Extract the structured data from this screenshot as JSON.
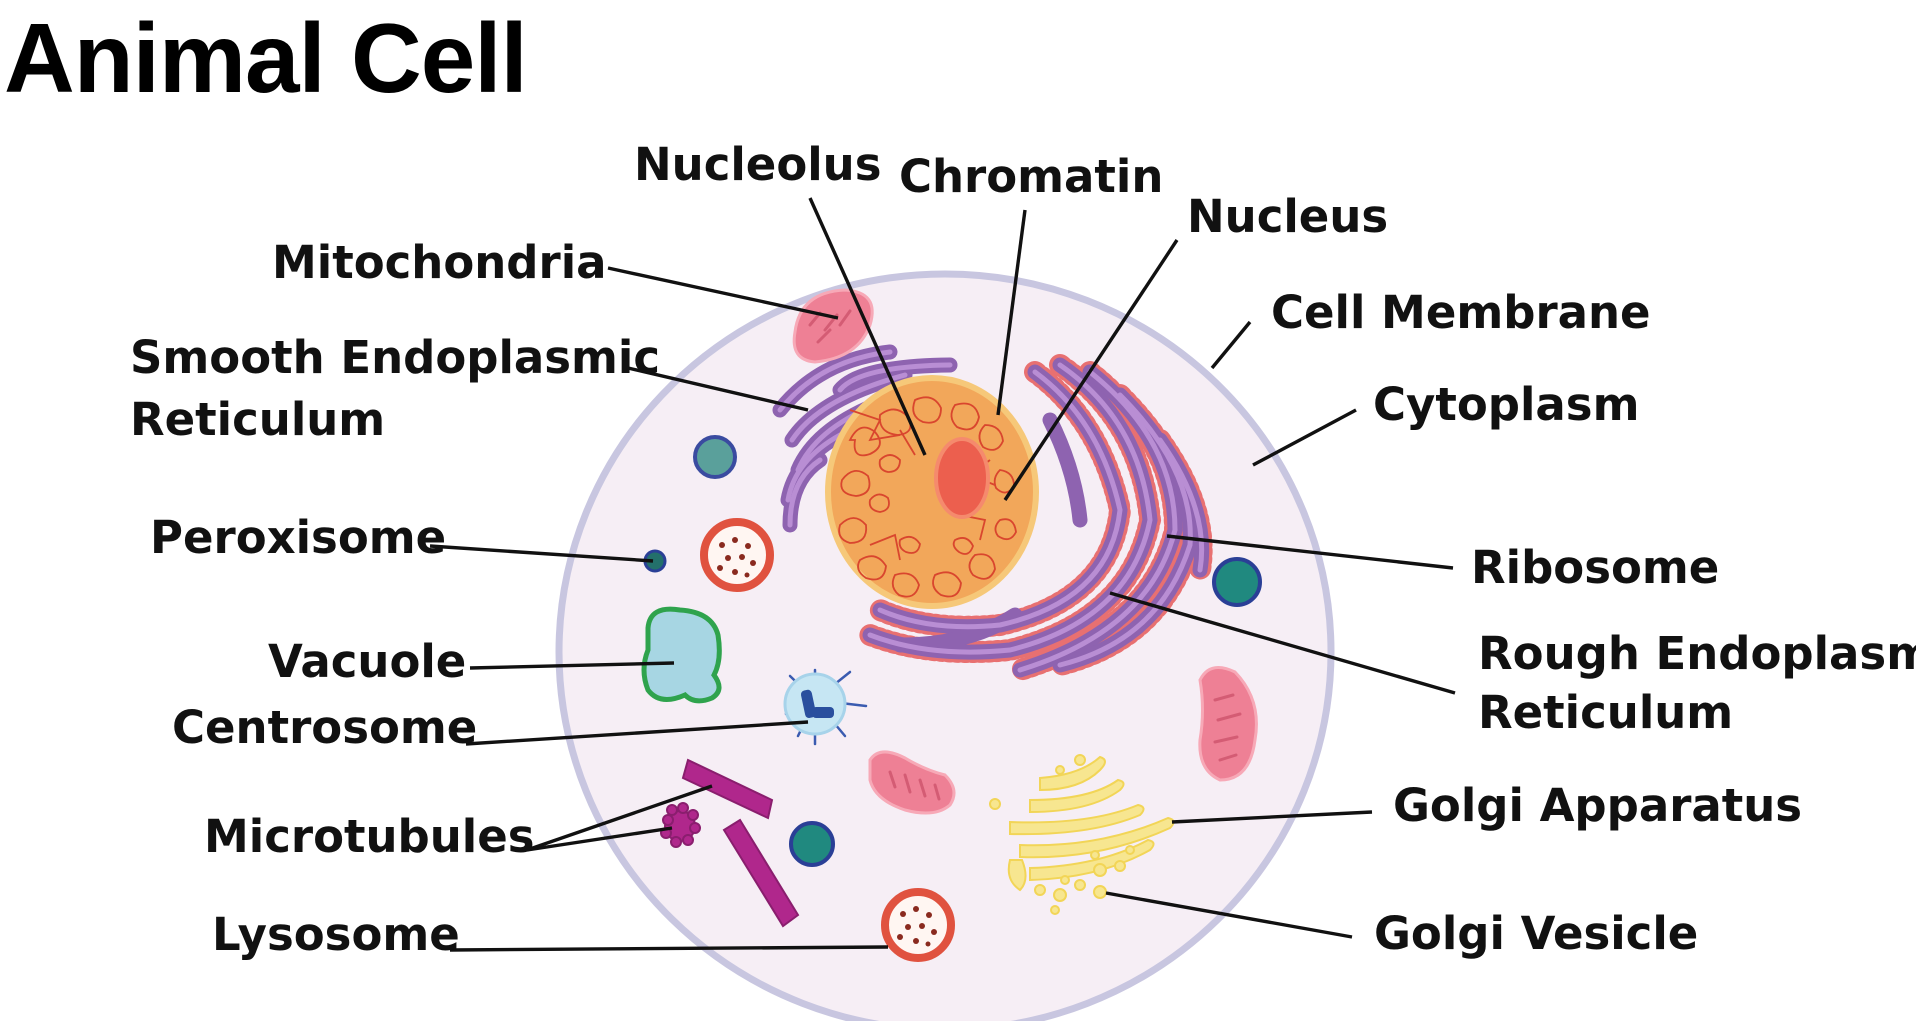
{
  "title": "Animal Cell",
  "labels": {
    "nucleolus": "Nucleolus",
    "chromatin": "Chromatin",
    "nucleus": "Nucleus",
    "mitochondria": "Mitochondria",
    "cell_membrane": "Cell Membrane",
    "ser_line1": "Smooth Endoplasmic",
    "ser_line2": "Reticulum",
    "cytoplasm": "Cytoplasm",
    "peroxisome": "Peroxisome",
    "ribosome": "Ribosome",
    "vacuole": "Vacuole",
    "rer_line1": "Rough Endoplasmic",
    "rer_line2": "Reticulum",
    "centrosome": "Centrosome",
    "golgi_apparatus": "Golgi Apparatus",
    "microtubules": "Microtubules",
    "lysosome": "Lysosome",
    "golgi_vesicle": "Golgi Vesicle"
  },
  "colors": {
    "cell_fill": "#f6eef5",
    "cell_membrane": "#c8c6e0",
    "nucleus_fill": "#f2a75a",
    "nucleolus": "#ec5f4e",
    "chromatin": "#d9462e",
    "endoplasmic_reticulum": "#8e63b0",
    "ribosome_dots": "#d63a3a",
    "mitochondria": "#ee8095",
    "golgi": "#f7e690",
    "vacuole": "#a7d6e3",
    "vacuole_outline": "#2fa34d",
    "peroxisome": "#23706b",
    "teal_vesicle": "#20897f",
    "lysosome_ring": "#e0523f",
    "microtubules": "#b0278c",
    "centrosome": "#c6e6f3"
  }
}
